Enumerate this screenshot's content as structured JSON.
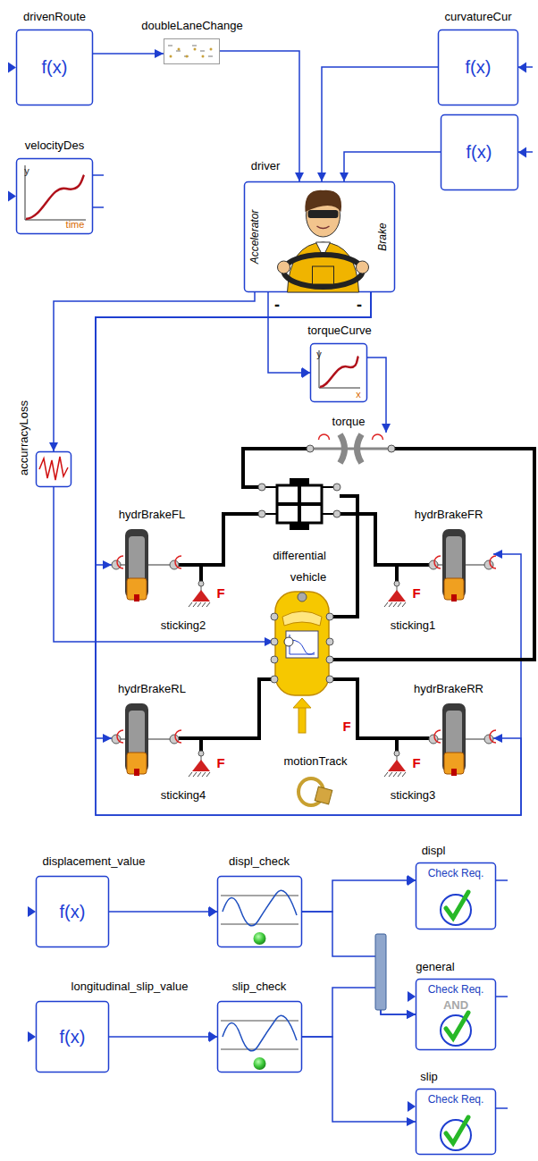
{
  "diagram": {
    "nodes": [
      {
        "text": [
          "drivenRoute",
          "f(x)"
        ]
      },
      {
        "text": [
          "doubleLaneChange"
        ]
      },
      {
        "text": [
          "curvatureCur",
          "f(x)"
        ]
      },
      {
        "text": [
          "velocityDes",
          "y",
          "time"
        ]
      },
      {
        "text": [
          "f(x)"
        ]
      },
      {
        "text": [
          "driver",
          "Accelerator",
          "Brake"
        ]
      },
      {
        "text": [
          "torqueCurve",
          "y",
          "x"
        ]
      },
      {
        "text": [
          "torque"
        ]
      },
      {
        "text": [
          "accurracyLoss"
        ]
      },
      {
        "text": [
          "hydrBrakeFL"
        ]
      },
      {
        "text": [
          "hydrBrakeFR"
        ]
      },
      {
        "text": [
          "differential"
        ]
      },
      {
        "text": [
          "vehicle"
        ]
      },
      {
        "text": [
          "F",
          "sticking2"
        ]
      },
      {
        "text": [
          "F",
          "sticking1"
        ]
      },
      {
        "text": [
          "hydrBrakeRL"
        ]
      },
      {
        "text": [
          "hydrBrakeRR"
        ]
      },
      {
        "text": [
          "motionTrack"
        ]
      },
      {
        "text": [
          "F",
          "sticking4"
        ]
      },
      {
        "text": [
          "F",
          "sticking3"
        ]
      },
      {
        "text": [
          "displacement_value",
          "f(x)"
        ]
      },
      {
        "text": [
          "displ_check"
        ]
      },
      {
        "text": [
          "displ",
          "Check Req."
        ]
      },
      {
        "text": [
          "longitudinal_slip_value",
          "f(x)"
        ]
      },
      {
        "text": [
          "slip_check"
        ]
      },
      {
        "text": [
          "general",
          "Check Req.",
          "AND"
        ]
      },
      {
        "text": [
          "slip",
          "Check Req."
        ]
      }
    ],
    "edges": [
      {
        "from": 0,
        "to": 1,
        "arrow": "to"
      },
      {
        "from": 1,
        "to": 5,
        "arrow": "to"
      },
      {
        "from": 2,
        "to": 5,
        "arrow": "to"
      },
      {
        "from": 4,
        "to": 5,
        "arrow": "to"
      },
      {
        "from": 5,
        "to": 6,
        "arrow": "to"
      },
      {
        "from": 5,
        "to": 8,
        "arrow": "to"
      },
      {
        "from": 5,
        "to": 9,
        "arrow": "to"
      },
      {
        "from": 5,
        "to": 10,
        "arrow": "to"
      },
      {
        "from": 5,
        "to": 15,
        "arrow": "to"
      },
      {
        "from": 5,
        "to": 16,
        "arrow": "to"
      },
      {
        "from": 6,
        "to": 7,
        "arrow": "to"
      },
      {
        "from": 7,
        "to": 11,
        "arrow": "none"
      },
      {
        "from": 7,
        "to": 12,
        "arrow": "none"
      },
      {
        "from": 8,
        "to": 12,
        "arrow": "to"
      },
      {
        "from": 11,
        "to": 9,
        "arrow": "none"
      },
      {
        "from": 11,
        "to": 10,
        "arrow": "none"
      },
      {
        "from": 11,
        "to": 12,
        "arrow": "none"
      },
      {
        "from": 13,
        "to": 9,
        "arrow": "none"
      },
      {
        "from": 14,
        "to": 10,
        "arrow": "none"
      },
      {
        "from": 12,
        "to": 15,
        "arrow": "none"
      },
      {
        "from": 12,
        "to": 16,
        "arrow": "none"
      },
      {
        "from": 18,
        "to": 15,
        "arrow": "none"
      },
      {
        "from": 19,
        "to": 16,
        "arrow": "none"
      },
      {
        "from": 20,
        "to": 21,
        "arrow": "to"
      },
      {
        "from": 21,
        "to": 22,
        "arrow": "to"
      },
      {
        "from": 21,
        "to": 25,
        "arrow": "to"
      },
      {
        "from": 23,
        "to": 24,
        "arrow": "to"
      },
      {
        "from": 24,
        "to": 25,
        "arrow": "to"
      },
      {
        "from": 24,
        "to": 26,
        "arrow": "to"
      }
    ],
    "labels": [
      "-",
      "-",
      "F"
    ]
  }
}
